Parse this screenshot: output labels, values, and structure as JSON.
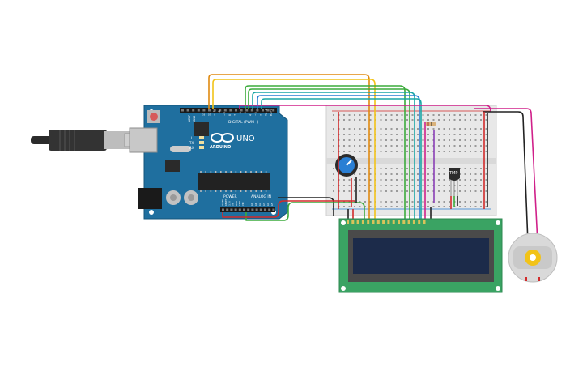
{
  "circuit": {
    "arduino": {
      "logo_text": "ARDUINO",
      "model": "UNO",
      "digital_label": "DIGITAL (PWM~)",
      "power_label": "POWER",
      "analog_label": "ANALOG IN",
      "tx_label": "TX",
      "rx_label": "RX",
      "l_label": "L",
      "aref_label": "AREF",
      "gnd_label": "GND",
      "pin_labels_top": [
        "13",
        "12",
        "~11",
        "~10",
        "~9",
        "8",
        "7",
        "~6",
        "~5",
        "4",
        "~3",
        "2",
        "TX→1",
        "RX←0"
      ],
      "pin_labels_power": [
        "IOREF",
        "RESET",
        "3.3V",
        "5V",
        "GND",
        "GND",
        "VIN"
      ],
      "pin_labels_analog": [
        "A0",
        "A1",
        "A2",
        "A3",
        "A4",
        "A5"
      ]
    },
    "sensor": {
      "label": "TMP"
    },
    "colors": {
      "board": "#1f6f9f",
      "breadboard": "#e8e8e8",
      "lcd_pcb": "#3aa363",
      "lcd_screen": "#1c2b4a",
      "wire_orange": "#e08a10",
      "wire_yellow": "#f2c318",
      "wire_green": "#3cab3c",
      "wire_teal": "#1aa6a6",
      "wire_blue": "#2a7fd4",
      "wire_magenta": "#d0208a",
      "wire_red": "#d22a2a",
      "wire_black": "#222222",
      "wire_purple": "#8a3fb5"
    }
  }
}
